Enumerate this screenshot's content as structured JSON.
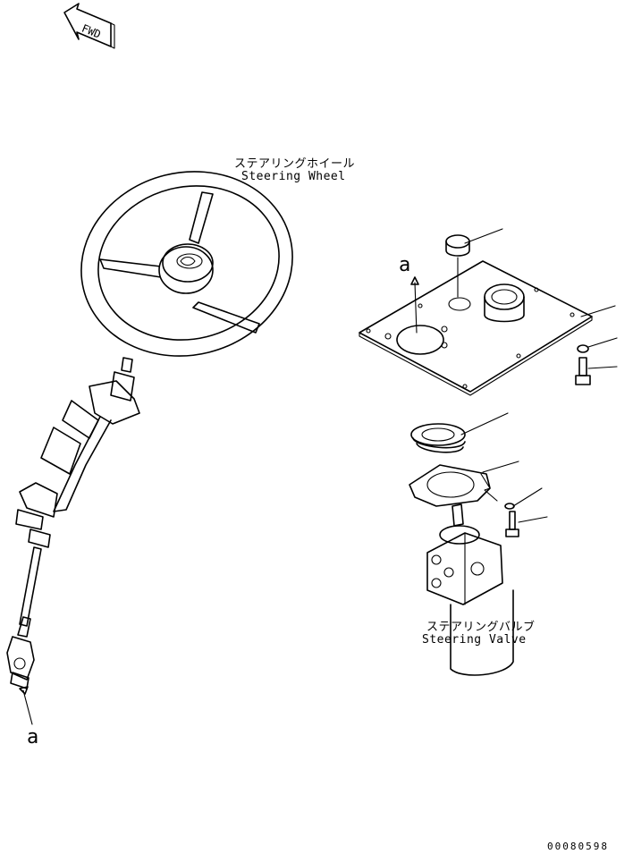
{
  "fwd_label": "FWD",
  "steering_wheel": {
    "label_jp": "ステアリングホイール",
    "label_en": "Steering Wheel"
  },
  "steering_valve": {
    "label_jp": "ステアリングバルブ",
    "label_en": "Steering Valve"
  },
  "ref_mark": "a",
  "drawing_code": "00080598"
}
